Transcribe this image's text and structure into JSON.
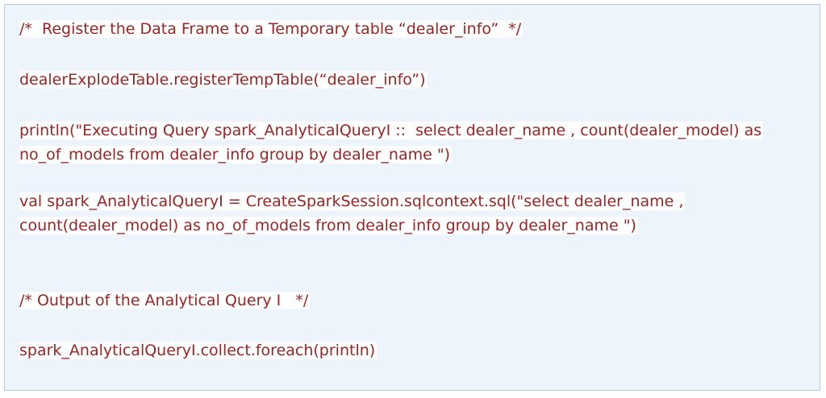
{
  "code_block": {
    "lines": [
      "/*  Register the Data Frame to a Temporary table “dealer_info”  */",
      "dealerExplodeTable.registerTempTable(“dealer_info”)",
      "println(\"Executing Query spark_AnalyticalQueryI ::  select dealer_name , count(dealer_model) as",
      "no_of_models from dealer_info group by dealer_name \")",
      "val spark_AnalyticalQueryI = CreateSparkSession.sqlcontext.sql(\"select dealer_name ,",
      "count(dealer_model) as no_of_models from dealer_info group by dealer_name \")",
      "/* Output of the Analytical Query I   */",
      "spark_AnalyticalQueryI.collect.foreach(println)"
    ]
  },
  "colors": {
    "background": "#eef4fc",
    "border": "#b9c9dd",
    "text": "#9b2424"
  }
}
